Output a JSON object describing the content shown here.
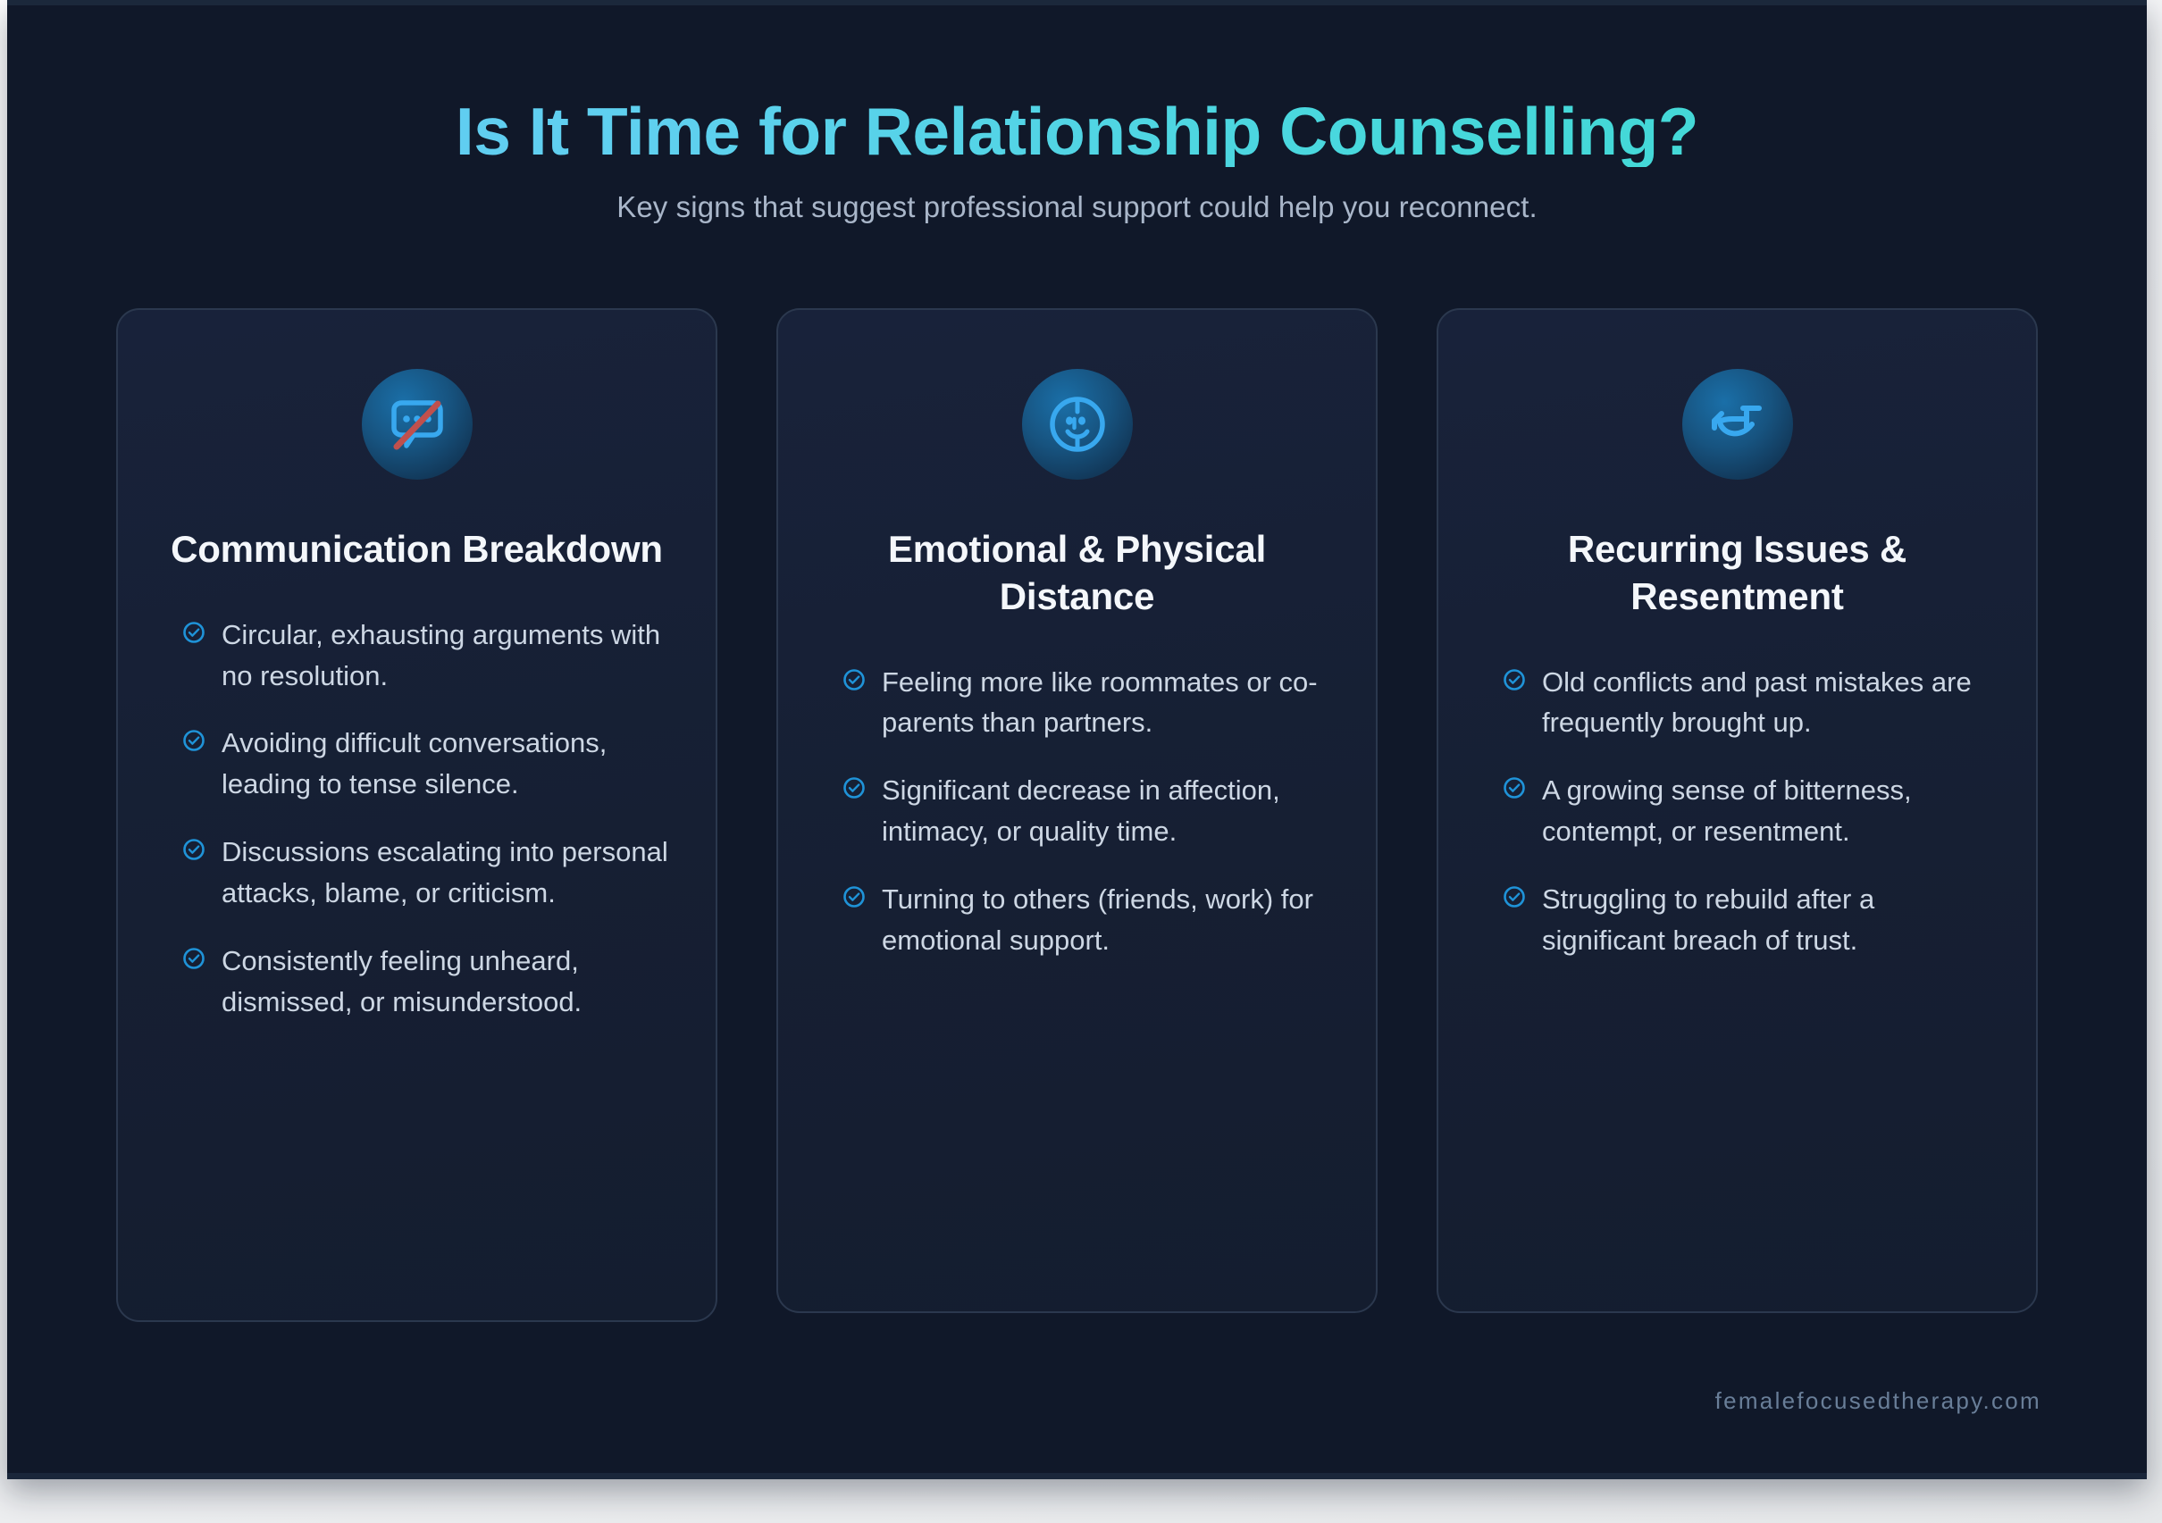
{
  "header": {
    "title": "Is It Time for Relationship Counselling?",
    "subtitle": "Key signs that suggest professional support could help you reconnect."
  },
  "colors": {
    "canvas_background": "#101829",
    "card_background": "#161f33",
    "card_border": "#2b384e",
    "title_gradient_start": "#63c8f5",
    "title_gradient_end": "#3ed9cf",
    "subtitle": "#a9b6c9",
    "card_title": "#f4f7fb",
    "bullet_text": "#cdd7e4",
    "check_icon": "#1f93d8",
    "icon_glyph": "#38a8ef",
    "icon_slash": "#c0504d",
    "footer_text": "#697e98"
  },
  "cards": [
    {
      "icon_name": "no-communication-icon",
      "title": "Communication Breakdown",
      "bullets": [
        "Circular, exhausting arguments with no resolution.",
        "Avoiding difficult conversations, leading to tense silence.",
        "Discussions escalating into personal attacks, blame, or criticism.",
        "Consistently feeling unheard, dismissed, or misunderstood."
      ]
    },
    {
      "icon_name": "divided-face-icon",
      "title": "Emotional & Physical Distance",
      "bullets": [
        "Feeling more like roommates or co-parents than partners.",
        "Significant decrease in affection, intimacy, or quality time.",
        "Turning to others (friends, work) for emotional support."
      ]
    },
    {
      "icon_name": "recurring-loop-icon",
      "title": "Recurring Issues & Resentment",
      "bullets": [
        "Old conflicts and past mistakes are frequently brought up.",
        "A growing sense of bitterness, contempt, or resentment.",
        "Struggling to rebuild after a significant breach of trust."
      ]
    }
  ],
  "footer": {
    "website": "femalefocusedtherapy.com"
  }
}
